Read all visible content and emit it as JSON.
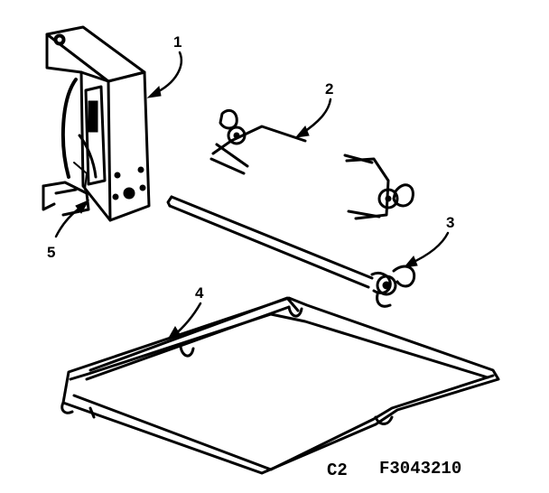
{
  "diagram": {
    "callouts": [
      {
        "id": "1",
        "label": "1",
        "part": "motor-box"
      },
      {
        "id": "2",
        "label": "2",
        "part": "spit-fork"
      },
      {
        "id": "3",
        "label": "3",
        "part": "spit-rod"
      },
      {
        "id": "4",
        "label": "4",
        "part": "wire-rack"
      },
      {
        "id": "5",
        "label": "5",
        "part": "motor-bracket"
      }
    ],
    "figure_code": "C2",
    "drawing_number": "F3043210",
    "ink_color": "#000000",
    "paper_color": "#ffffff"
  }
}
